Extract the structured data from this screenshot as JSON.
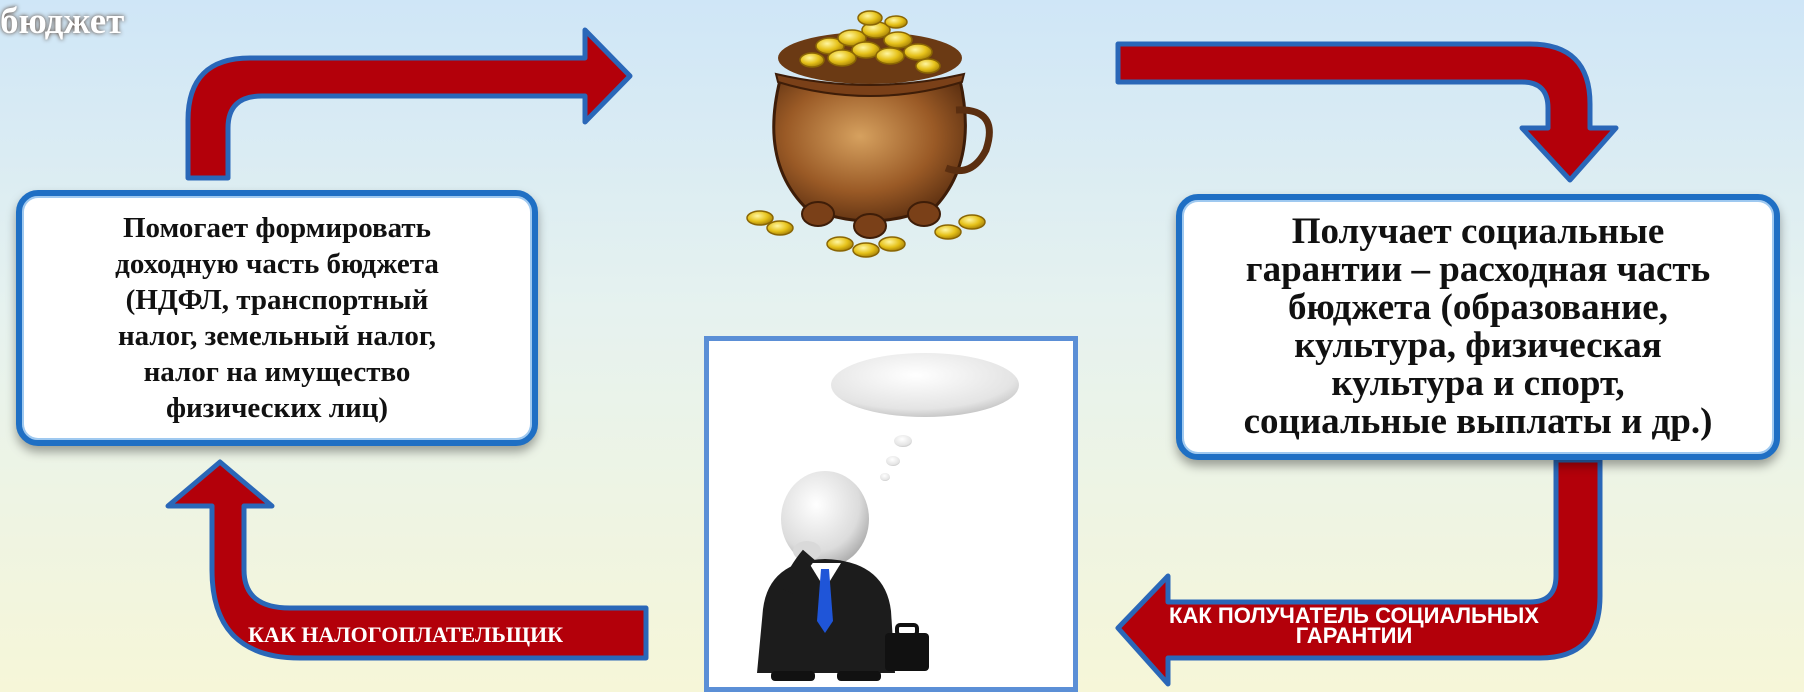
{
  "budget_label": "бюджет",
  "left_box": {
    "lines": [
      "Помогает формировать",
      "доходную часть бюджета",
      "(НДФЛ, транспортный",
      "налог, земельный налог,",
      "налог на имущество",
      "физических лиц)"
    ]
  },
  "right_box": {
    "lines": [
      "Получает социальные",
      "гарантии – расходная часть",
      "бюджета (образование,",
      "культура, физическая",
      "культура и спорт,",
      "социальные выплаты и др.)"
    ]
  },
  "arrow_labels": {
    "taxpayer": "КАК НАЛОГОПЛАТЕЛЬЩИК",
    "recipient_line1": "КАК ПОЛУЧАТЕЛЬ СОЦИАЛЬНЫХ",
    "recipient_line2": "ГАРАНТИИ"
  },
  "colors": {
    "arrow_fill": "#b3000a",
    "arrow_stroke": "#2a67b8",
    "box_border": "#1f6fc4"
  }
}
